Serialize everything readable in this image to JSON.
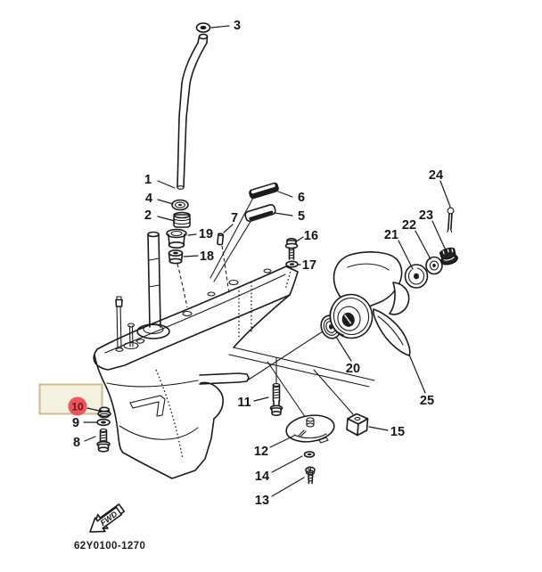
{
  "diagram": {
    "part_code": "62Y0100-1270",
    "fwd_label": "FWD",
    "line_color": "#1b1b1b",
    "background": "#ffffff",
    "highlight": {
      "selected_part": "10",
      "box_fill": "#f4f1df",
      "box_border": "#c9bd92",
      "circle_fill": "#e9565e",
      "text_color": "#7a1416"
    },
    "callouts": {
      "c1": "1",
      "c2": "2",
      "c3": "3",
      "c4": "4",
      "c5": "5",
      "c6": "6",
      "c7": "7",
      "c8": "8",
      "c9": "9",
      "c10": "10",
      "c11": "11",
      "c12": "12",
      "c13": "13",
      "c14": "14",
      "c15": "15",
      "c16": "16",
      "c17": "17",
      "c18": "18",
      "c19": "19",
      "c20": "20",
      "c21": "21",
      "c22": "22",
      "c23": "23",
      "c24": "24",
      "c25": "25"
    }
  }
}
